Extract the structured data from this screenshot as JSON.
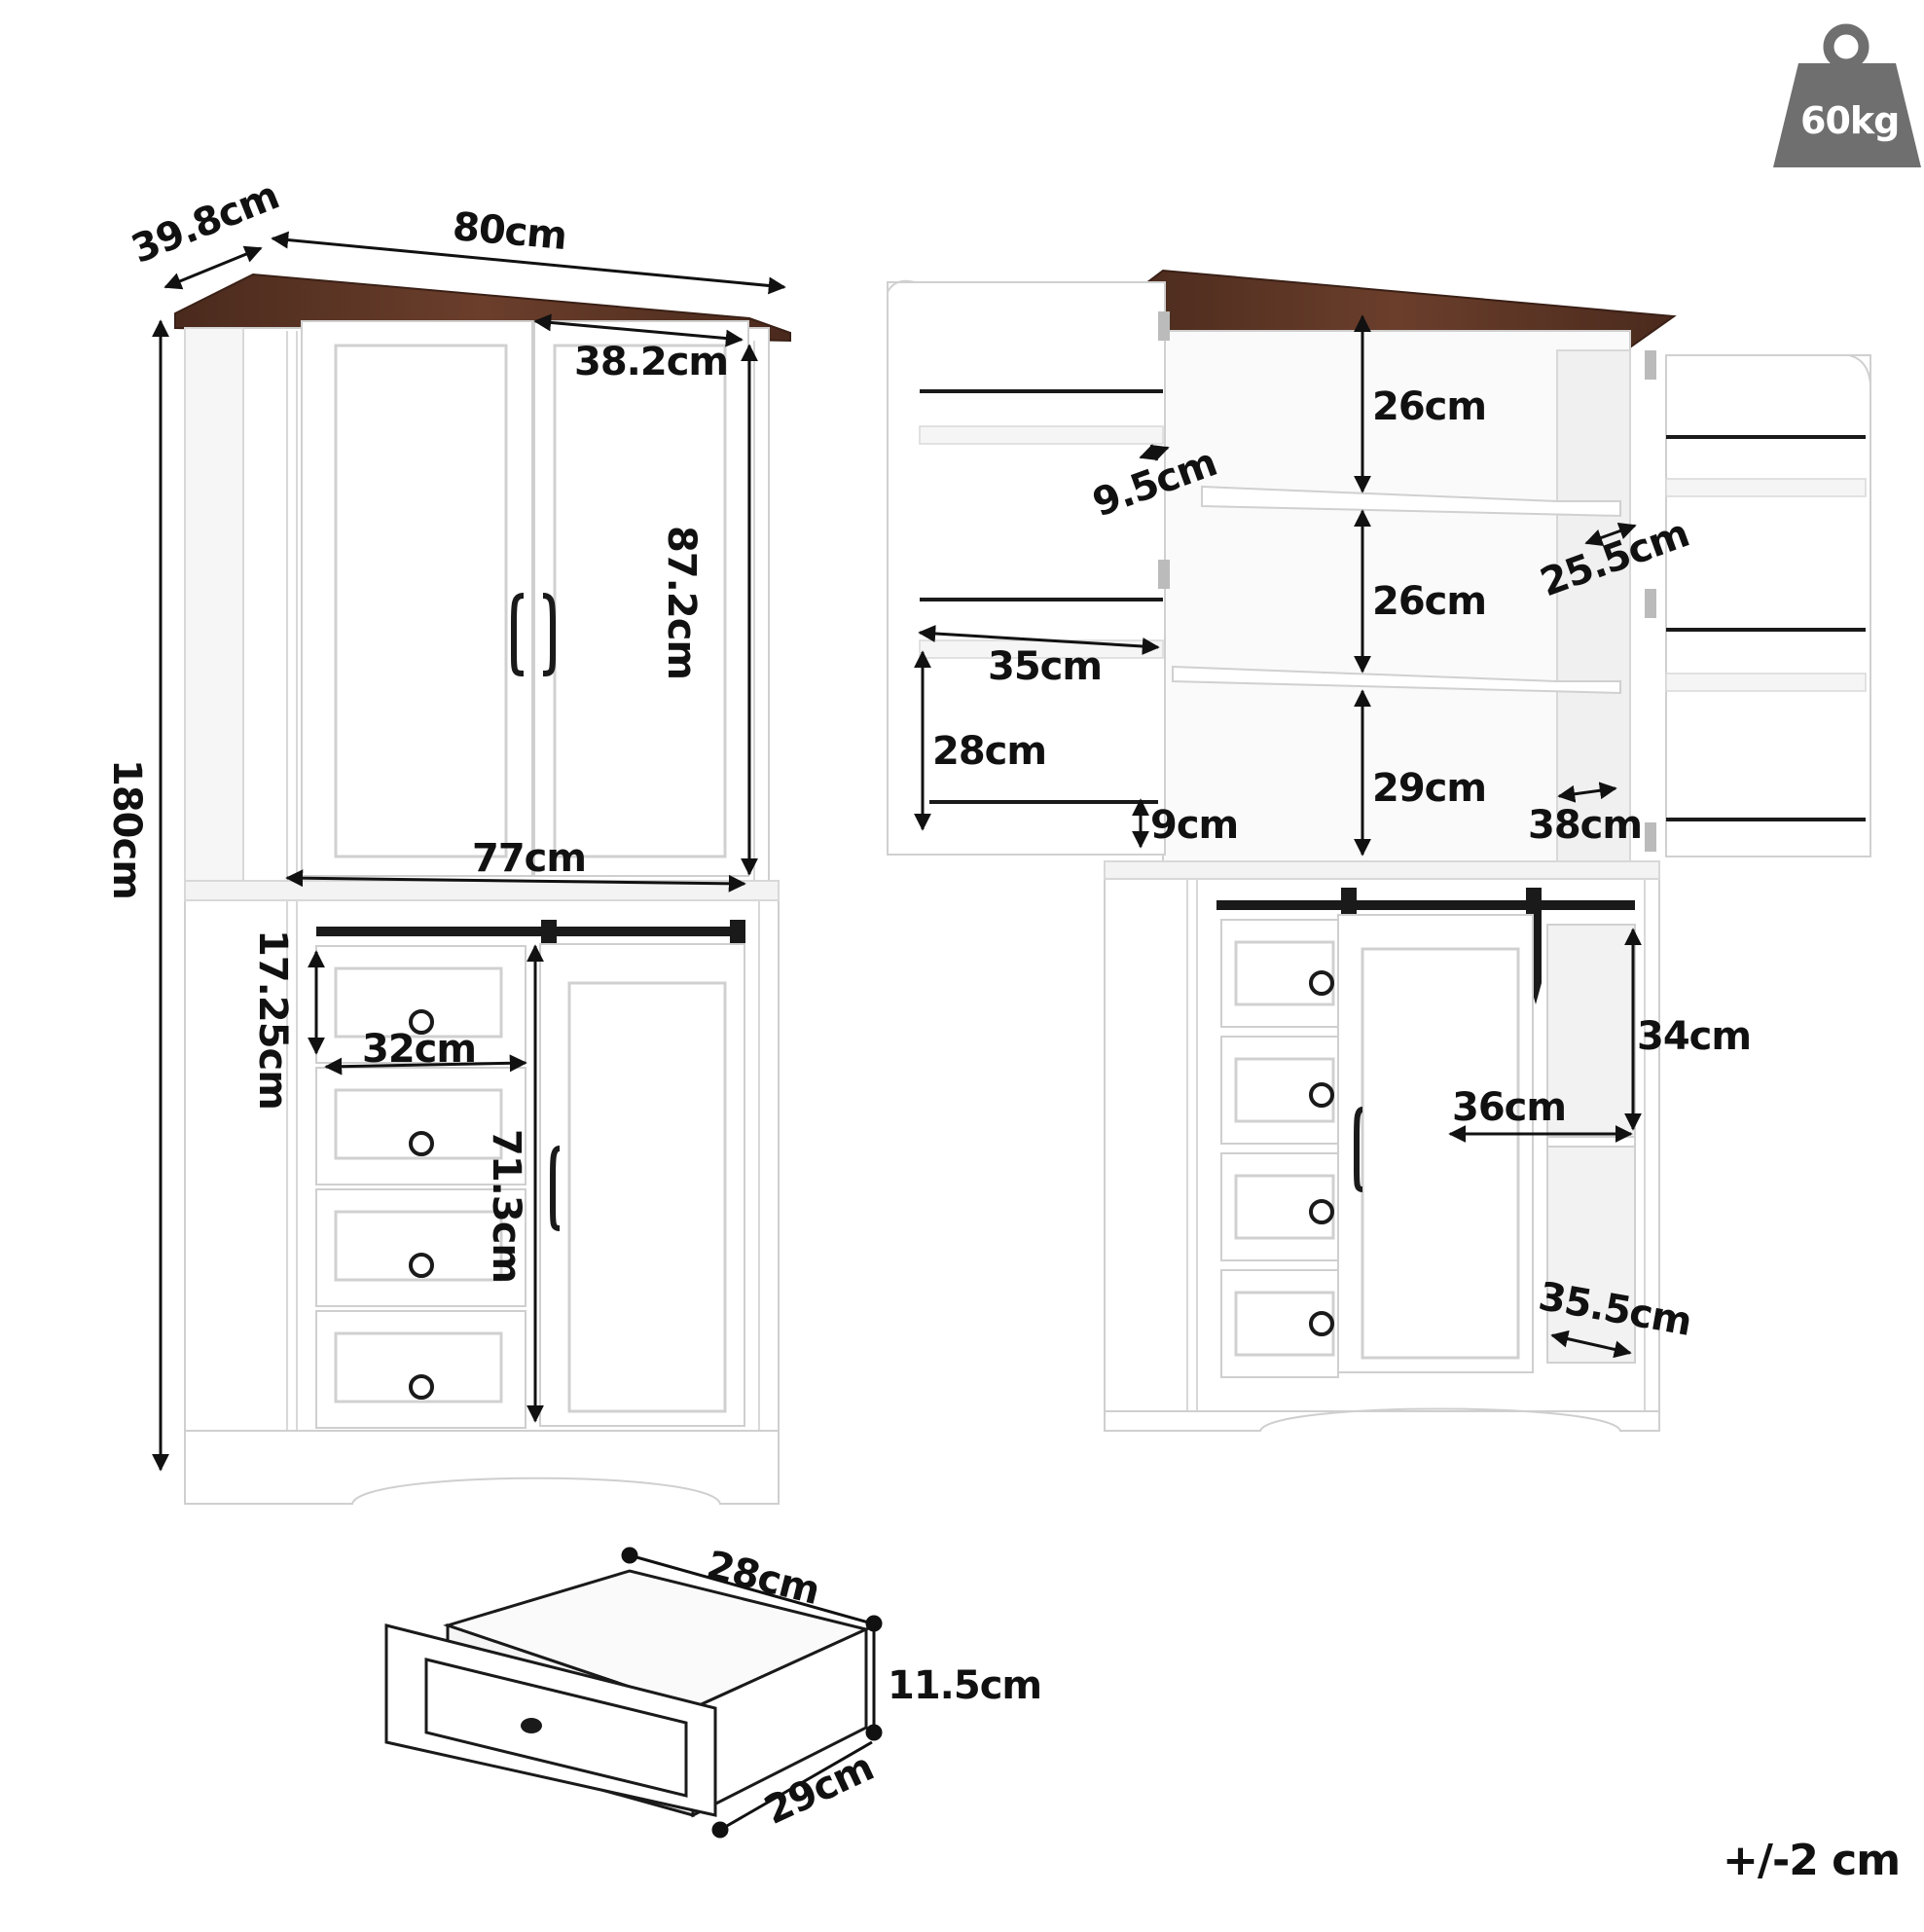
{
  "weight": {
    "value": "60kg"
  },
  "tolerance": "+/-2 cm",
  "front_view": {
    "depth": "39.8cm",
    "width": "80cm",
    "door_width": "38.2cm",
    "upper_height": "87.2cm",
    "total_height": "180cm",
    "inner_width": "77cm",
    "drawer_height": "17.25cm",
    "drawer_width": "32cm",
    "lower_height": "71.3cm"
  },
  "open_view": {
    "shelf_gap_top": "26cm",
    "shelf_gap_mid": "26cm",
    "shelf_gap_bottom": "29cm",
    "door_rack_depth": "9.5cm",
    "door_rack_width": "35cm",
    "door_rack_gap": "28cm",
    "door_rail_height": "9cm",
    "right_rack_depth": "25.5cm",
    "right_rack_width": "38cm",
    "cabinet_height": "34cm",
    "cabinet_width": "36cm",
    "cabinet_depth": "35.5cm"
  },
  "drawer_detail": {
    "length": "28cm",
    "height": "11.5cm",
    "width": "29cm"
  },
  "colors": {
    "top_wood": "#5a3324",
    "body": "#ffffff",
    "panel_line": "#d8d8d8",
    "hardware": "#1a1a1a",
    "weight_icon": "#6f6f6f"
  }
}
